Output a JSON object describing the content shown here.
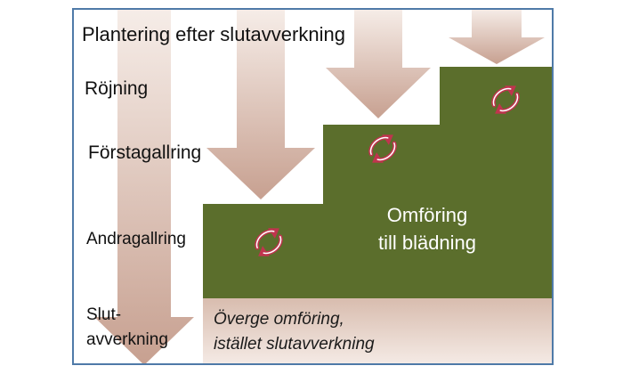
{
  "stages": [
    "Plantering efter slutavverkning",
    "Röjning",
    "Förstagallring",
    "Andragallring",
    "Slut-\navverkning"
  ],
  "center_label": "Omföring\ntill blädning",
  "bottom_label": "Överge omföring,\nistället slutavverkning",
  "colors": {
    "frame": "#4f7aa8",
    "green": "#5b6e2c",
    "arrow_top": "#f4e9e4",
    "arrow_bottom": "#c9a392",
    "bottom_band": "#e9d5cb",
    "cycle_arrow": "#c0344e"
  },
  "icons": [
    "cycle-arrows-icon",
    "down-arrow"
  ]
}
